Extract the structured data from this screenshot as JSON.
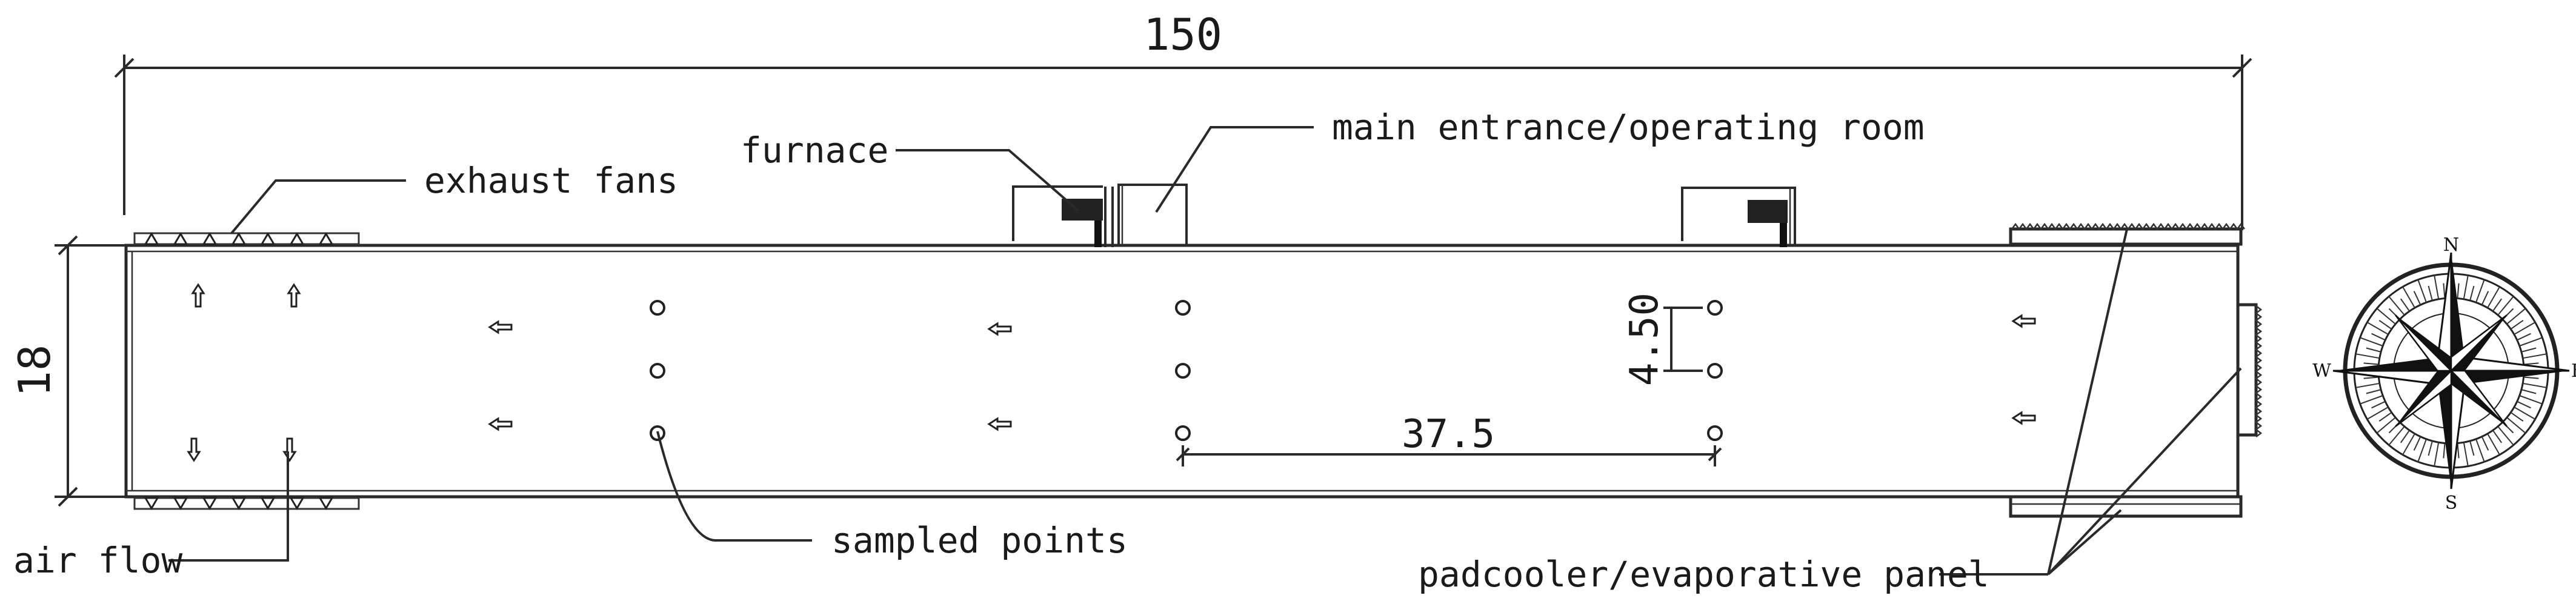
{
  "dimensions": {
    "length": "150",
    "width": "18",
    "point_spacing_x": "37.5",
    "point_spacing_y": "4.50"
  },
  "labels": {
    "exhaust_fans": "exhaust fans",
    "furnace": "furnace",
    "main_entrance": "main entrance/operating room",
    "air_flow": "air flow",
    "sampled_points": "sampled points",
    "padcooler": "padcooler/evaporative panel"
  },
  "compass": {
    "north": "N",
    "south": "S",
    "east": "E",
    "west": "W"
  }
}
